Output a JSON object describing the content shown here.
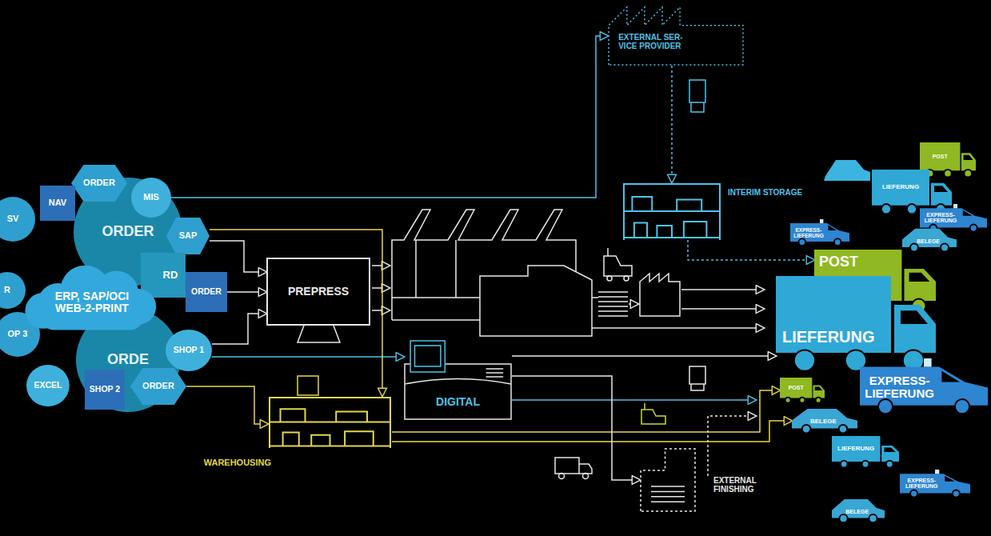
{
  "diagram": {
    "nodes": [
      {
        "text": [
          "ORDER"
        ]
      },
      {
        "text": [
          "NAV"
        ]
      },
      {
        "text": [
          "MIS"
        ]
      },
      {
        "text": [
          "SV"
        ]
      },
      {
        "text": [
          "ORDER"
        ]
      },
      {
        "text": [
          "SAP"
        ]
      },
      {
        "text": [
          "R"
        ]
      },
      {
        "text": [
          "ERP, SAP/OCI WEB-2-PRINT"
        ]
      },
      {
        "text": [
          "RD"
        ]
      },
      {
        "text": [
          "ORDER"
        ]
      },
      {
        "text": [
          "OP 3"
        ]
      },
      {
        "text": [
          "SHOP 1"
        ]
      },
      {
        "text": [
          "ORDE"
        ]
      },
      {
        "text": [
          "EXCEL"
        ]
      },
      {
        "text": [
          "SHOP 2"
        ]
      },
      {
        "text": [
          "ORDER"
        ]
      },
      {
        "text": [
          "EXTERNAL SER- VICE PROVIDER"
        ]
      },
      {
        "text": [
          "INTERIM STORAGE"
        ]
      },
      {
        "text": [
          "PREPRESS"
        ]
      },
      {
        "text": [
          "DIGITAL"
        ]
      },
      {
        "text": [
          "WAREHOUSING"
        ]
      },
      {
        "text": [
          "EXTERNAL FINISHING"
        ]
      },
      {
        "text": [
          "POST"
        ]
      },
      {
        "text": [
          "LIEFERUNG"
        ]
      },
      {
        "text": [
          "EXPRESS- LIEFERUNG"
        ]
      },
      {
        "text": [
          "EXPRESS- LIEFERUNG"
        ]
      },
      {
        "text": [
          "BELEGE"
        ]
      },
      {
        "text": [
          "POST"
        ]
      },
      {
        "text": [
          "LIEFERUNG"
        ]
      },
      {
        "text": [
          "EXPRESS- LIEFERUNG"
        ]
      },
      {
        "text": [
          "POST"
        ]
      },
      {
        "text": [
          "BELEGE"
        ]
      },
      {
        "text": [
          "LIEFERUNG"
        ]
      },
      {
        "text": [
          "EXPRESS- LIEFERUNG"
        ]
      },
      {
        "text": [
          "BELEGE"
        ]
      }
    ],
    "edges": [
      {
        "from": 2,
        "to": 16,
        "arrow": "to"
      },
      {
        "from": 16,
        "to": 17,
        "arrow": "to"
      },
      {
        "from": 17,
        "to": 27,
        "arrow": "to"
      },
      {
        "from": 5,
        "to": 18,
        "arrow": "to"
      },
      {
        "from": 9,
        "to": 18,
        "arrow": "to"
      },
      {
        "from": 11,
        "to": 18,
        "arrow": "to"
      },
      {
        "from": 11,
        "to": 19,
        "arrow": "to"
      },
      {
        "from": 15,
        "to": 20,
        "arrow": "to"
      },
      {
        "from": 5,
        "to": 20,
        "arrow": "to"
      },
      {
        "from": 20,
        "to": 30,
        "arrow": "to"
      },
      {
        "from": 20,
        "to": 31,
        "arrow": "to"
      },
      {
        "from": 19,
        "to": 28,
        "arrow": "to"
      },
      {
        "from": 19,
        "to": 21,
        "arrow": "to"
      }
    ]
  }
}
